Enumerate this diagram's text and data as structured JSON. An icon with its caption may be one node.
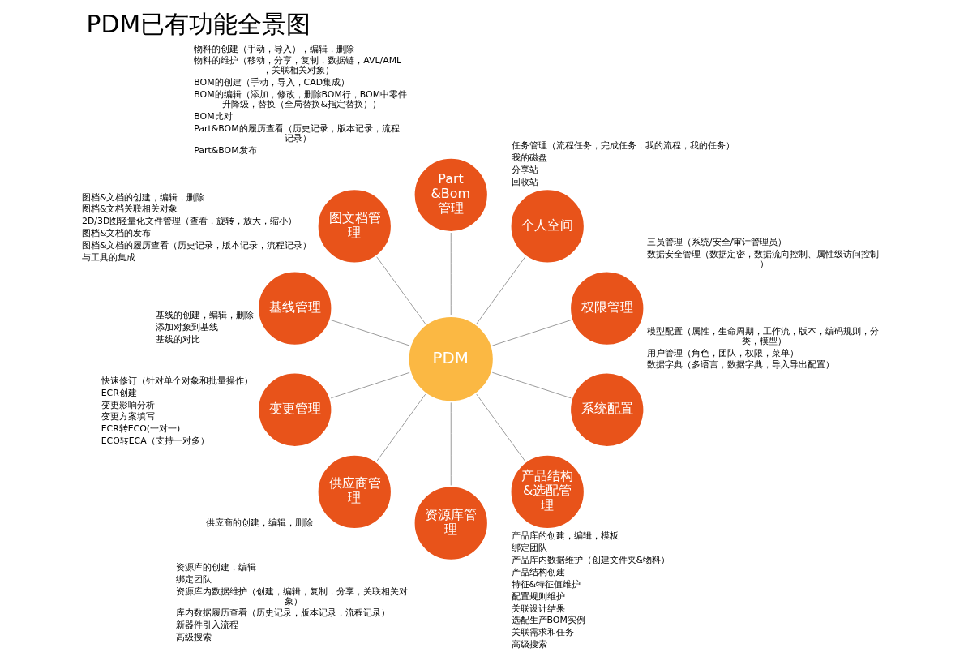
{
  "diagram": {
    "title": "PDM已有功能全景图",
    "nodes": [
      {
        "text": [
          "PDM"
        ]
      },
      {
        "text": [
          "权限管理"
        ],
        "beside": [
          "三员管理（系统/安全/审计管理员）",
          "数据安全管理（数据定密，数据流向控制、属性级访问控制）"
        ]
      },
      {
        "text": [
          "个人空间"
        ],
        "beside": [
          "任务管理（流程任务，完成任务，我的流程，我的任务）",
          "我的磁盘",
          "分享站",
          "回收站"
        ]
      },
      {
        "text": [
          "Part&Bom管理"
        ],
        "beside": [
          "物料的创建（手动，导入），编辑，删除",
          "物料的维护（移动，分享，复制，数据链，AVL/AML，关联相关对象）",
          "BOM的创建（手动，导入，CAD集成）",
          "BOM的编辑（添加，修改，删除BOM行，BOM中零件升降级，替换（全局替换&指定替换））",
          "BOM比对",
          "Part&BOM的履历查看（历史记录，版本记录，流程记录）",
          "Part&BOM发布"
        ]
      },
      {
        "text": [
          "图文档管理"
        ],
        "beside": [
          "图档&文档的创建，编辑，删除",
          "图档&文档关联相关对象",
          "2D/3D图轻量化文件管理（查看，旋转，放大，缩小）",
          "图档&文档的发布",
          "图档&文档的履历查看（历史记录，版本记录，流程记录）",
          "与工具的集成"
        ]
      },
      {
        "text": [
          "基线管理"
        ],
        "beside": [
          "基线的创建，编辑，删除",
          "添加对象到基线",
          "基线的对比"
        ]
      },
      {
        "text": [
          "变更管理"
        ],
        "beside": [
          "快速修订（针对单个对象和批量操作）",
          "ECR创建",
          "变更影响分析",
          "变更方案填写",
          "ECR转ECO(一对一)",
          "ECO转ECA（支持一对多）"
        ]
      },
      {
        "text": [
          "供应商管理"
        ],
        "beside": [
          "供应商的创建，编辑，删除"
        ]
      },
      {
        "text": [
          "资源库管理"
        ],
        "beside": [
          "资源库的创建，编辑",
          "绑定团队",
          "资源库内数据维护（创建，编辑，复制，分享，关联相关对象）",
          "库内数据履历查看（历史记录，版本记录，流程记录）",
          "新器件引入流程",
          "高级搜索"
        ]
      },
      {
        "text": [
          "产品结构&选配管理"
        ],
        "beside": [
          "产品库的创建，编辑，模板",
          "绑定团队",
          "产品库内数据维护（创建文件夹&物料）",
          "产品结构创建",
          "特征&特征值维护",
          "配置规则维护",
          "关联设计结果",
          "选配生产BOM实例",
          "关联需求和任务",
          "高级搜索"
        ]
      },
      {
        "text": [
          "系统配置"
        ],
        "beside": [
          "模型配置（属性，生命周期，工作流，版本，编码规则，分类，模型）",
          "用户管理（角色，团队，权限，菜单）",
          "数据字典（多语言，数据字典，导入导出配置）"
        ]
      }
    ],
    "edges": [
      {
        "from": 0,
        "to": 1,
        "arrow": "none"
      },
      {
        "from": 0,
        "to": 2,
        "arrow": "none"
      },
      {
        "from": 0,
        "to": 3,
        "arrow": "none"
      },
      {
        "from": 0,
        "to": 4,
        "arrow": "none"
      },
      {
        "from": 0,
        "to": 5,
        "arrow": "none"
      },
      {
        "from": 0,
        "to": 6,
        "arrow": "none"
      },
      {
        "from": 0,
        "to": 7,
        "arrow": "none"
      },
      {
        "from": 0,
        "to": 8,
        "arrow": "none"
      },
      {
        "from": 0,
        "to": 9,
        "arrow": "none"
      },
      {
        "from": 0,
        "to": 10,
        "arrow": "none"
      }
    ]
  }
}
